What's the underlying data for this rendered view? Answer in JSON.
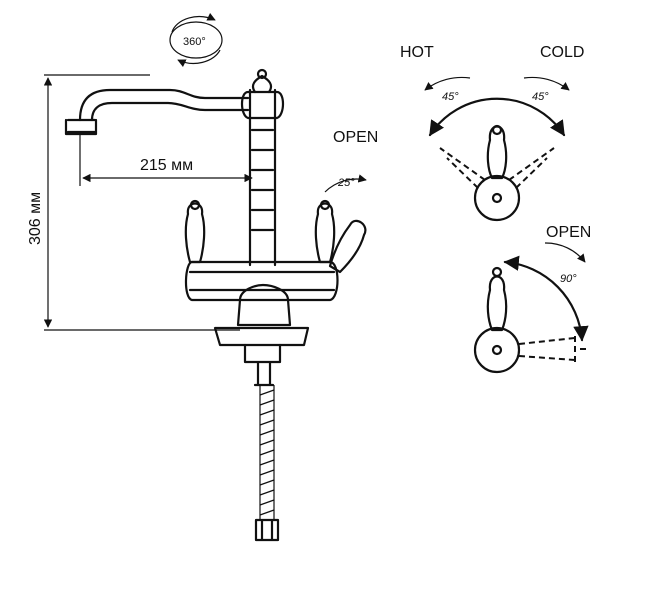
{
  "labels": {
    "rotation": "360°",
    "height": "306 мм",
    "reach": "215 мм",
    "open_side": "OPEN",
    "open_side_angle": "25°",
    "hot": "HOT",
    "cold": "COLD",
    "hot_angle": "45°",
    "cold_angle": "45°",
    "open_lever": "OPEN",
    "open_lever_angle": "90°"
  },
  "colors": {
    "stroke": "#111111",
    "background": "#ffffff"
  }
}
